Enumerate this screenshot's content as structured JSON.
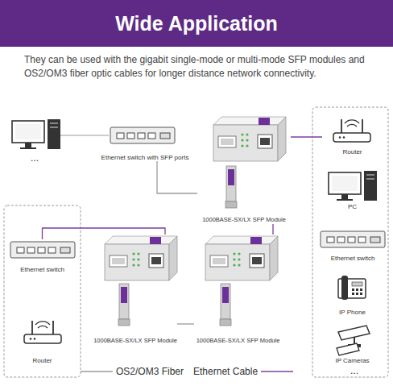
{
  "diagram": {
    "title": "Wide Application",
    "nodes": [
      {
        "text": [
          "Ethernet switch with SFP ports"
        ]
      },
      {
        "text": [
          "1000BASE-SX/LX SFP Module"
        ]
      },
      {
        "text": [
          "Ethernet switch"
        ]
      },
      {
        "text": [
          "Router"
        ]
      },
      {
        "text": [
          "1000BASE-SX/LX SFP Module"
        ]
      },
      {
        "text": [
          "1000BASE-SX/LX SFP Module"
        ]
      },
      {
        "text": [
          "Router"
        ]
      },
      {
        "text": [
          "PC"
        ]
      },
      {
        "text": [
          "Ethernet switch"
        ]
      },
      {
        "text": [
          "IP Phone"
        ]
      },
      {
        "text": [
          "IP Cameras"
        ]
      }
    ],
    "edges": [
      {
        "from": 0,
        "to": 1,
        "arrow": "none"
      },
      {
        "from": 1,
        "to": 6,
        "arrow": "none"
      },
      {
        "from": 1,
        "to": 5,
        "arrow": "none"
      },
      {
        "from": 4,
        "to": 2,
        "arrow": "none"
      },
      {
        "from": 4,
        "to": 5,
        "arrow": "none"
      }
    ],
    "labels": [
      "They can be used with the gigabit single-mode or multi-mode SFP modules and OS2/OM3 fiber optic cables for longer distance network connectivity.",
      "...",
      "..."
    ],
    "legend": [
      {
        "text": "OS2/OM3 Fiber"
      },
      {
        "text": "Ethernet Cable"
      }
    ]
  }
}
